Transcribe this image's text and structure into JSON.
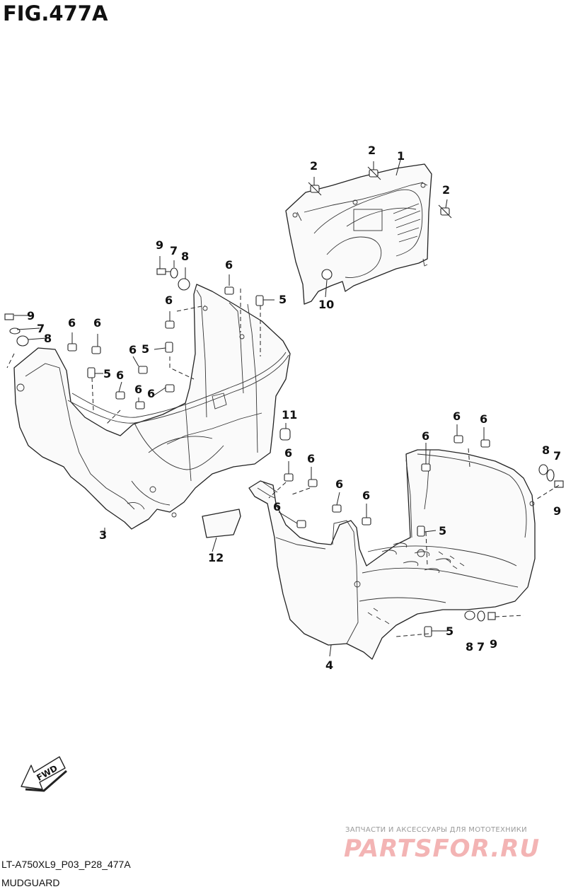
{
  "figure": {
    "title": "FIG.477A",
    "model_code": "LT-A750XL9_P03_P28_477A",
    "section_name": "MUDGUARD"
  },
  "watermark": {
    "caption": "ЗАПЧАСТИ И АКСЕССУАРЫ ДЛЯ МОТОТЕХНИКИ",
    "logo_text": "PARTSFOR.RU"
  },
  "direction_indicator": {
    "label": "FWD",
    "icon": "forward-arrow-icon"
  },
  "callouts": {
    "c_1": "1",
    "c_2a": "2",
    "c_2b": "2",
    "c_2c": "2",
    "c_3": "3",
    "c_4": "4",
    "c_5a": "5",
    "c_5b": "5",
    "c_5c": "5",
    "c_5d": "5",
    "c_5e": "5",
    "c_6a": "6",
    "c_6b": "6",
    "c_6c": "6",
    "c_6d": "6",
    "c_6e": "6",
    "c_6f": "6",
    "c_6g": "6",
    "c_6h": "6",
    "c_6i": "6",
    "c_6j": "6",
    "c_6k": "6",
    "c_6l": "6",
    "c_6m": "6",
    "c_6n": "6",
    "c_6o": "6",
    "c_6p": "6",
    "c_7a": "7",
    "c_7b": "7",
    "c_7c": "7",
    "c_7d": "7",
    "c_8a": "8",
    "c_8b": "8",
    "c_8c": "8",
    "c_8d": "8",
    "c_9a": "9",
    "c_9b": "9",
    "c_9c": "9",
    "c_9d": "9",
    "c_10": "10",
    "c_11": "11",
    "c_12": "12"
  },
  "colors": {
    "line": "#222222",
    "background": "#ffffff",
    "watermark_logo": "#f3b4b4"
  }
}
